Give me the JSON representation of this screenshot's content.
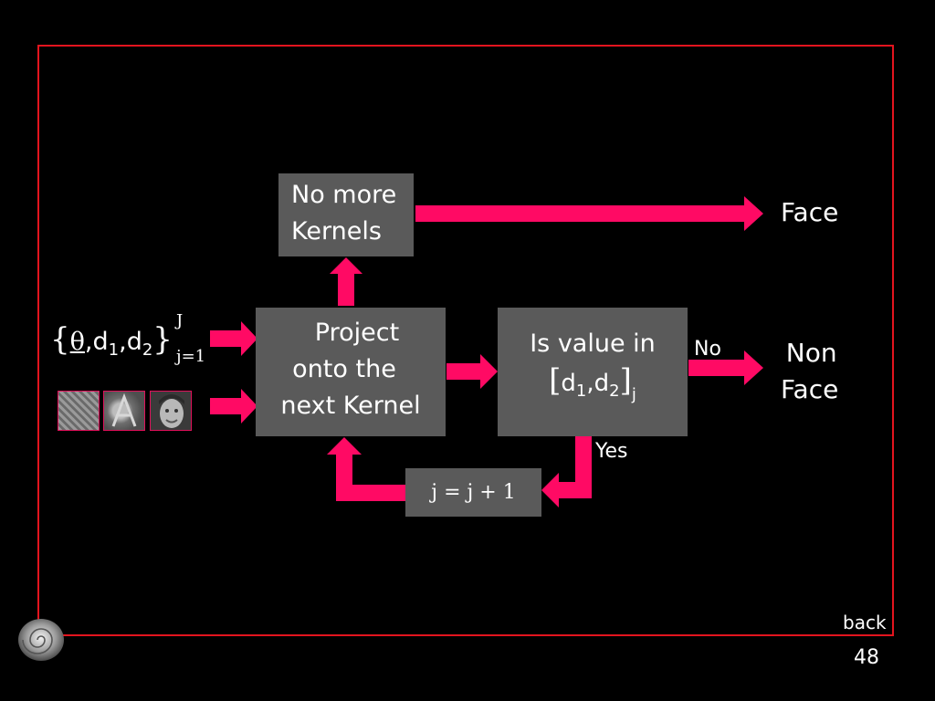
{
  "boxes": {
    "no_more": {
      "line1": "No more",
      "line2": "Kernels"
    },
    "project": {
      "line1": "Project",
      "line2": "onto the",
      "line3": "next Kernel"
    },
    "is_value": {
      "line1": "Is value in",
      "d1": "d",
      "sub1": "1",
      "d2": "d",
      "sub2": "2",
      "subj": "j"
    },
    "increment": {
      "text": "j = j + 1"
    }
  },
  "labels": {
    "face": "Face",
    "non_face_1": "Non",
    "non_face_2": "Face",
    "no": "No",
    "yes": "Yes",
    "back": "back",
    "page_number": "48"
  },
  "math_set": {
    "theta": "θ",
    "d": "d",
    "sub1": "1",
    "sub2": "2",
    "upper": "J",
    "lower": "j=1"
  },
  "colors": {
    "arrow": "#ff0a64",
    "box": "#5a5a5a",
    "frame": "#e3141e"
  },
  "icons": [
    "face-sample-images",
    "spiral-logo-icon"
  ]
}
